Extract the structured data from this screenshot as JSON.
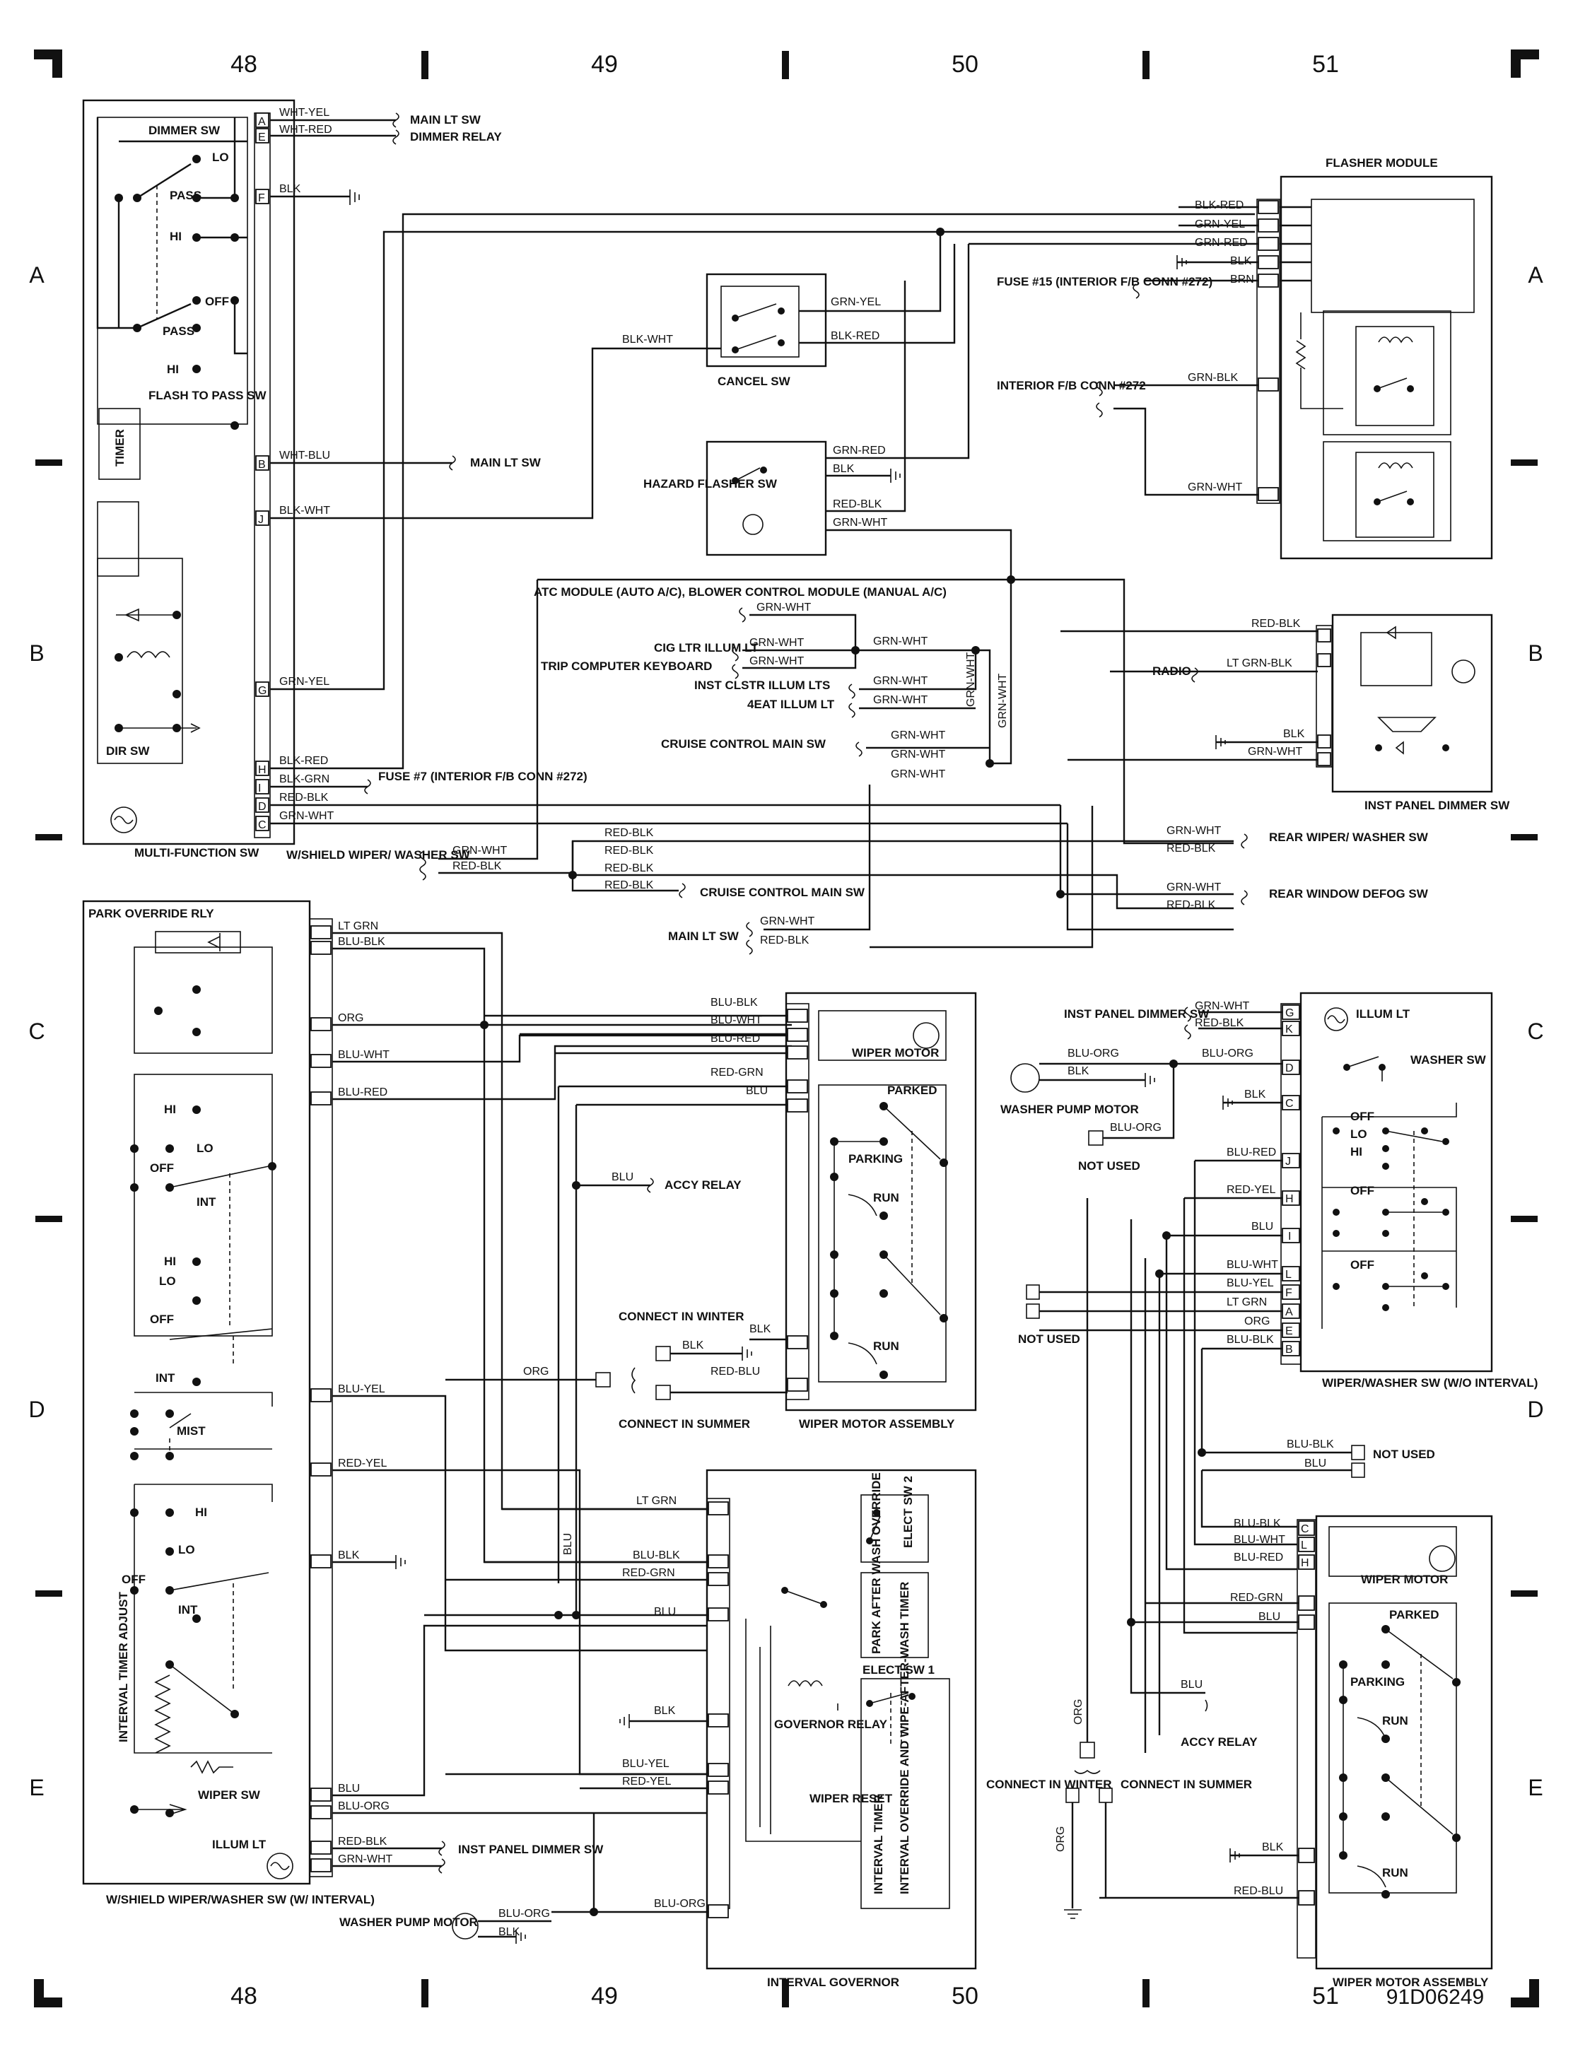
{
  "grid": {
    "columns": [
      "48",
      "49",
      "50",
      "51"
    ],
    "rows": [
      "A",
      "B",
      "C",
      "D",
      "E"
    ]
  },
  "figure_id": "91D06249",
  "mf": {
    "title": "MULTI-FUNCTION SW",
    "dimmer_sw": "DIMMER SW",
    "lo": "LO",
    "pass": "PASS",
    "hi": "HI",
    "off": "OFF",
    "pass2": "PASS",
    "hi2": "HI",
    "flash_to_pass": "FLASH TO PASS SW",
    "timer": "TIMER",
    "dir_sw": "DIR SW",
    "pins": [
      "A",
      "E",
      "F",
      "B",
      "J",
      "G",
      "H",
      "I",
      "D",
      "C"
    ],
    "wires": [
      "WHT-YEL",
      "WHT-RED",
      "BLK",
      "WHT-BLU",
      "BLK-WHT",
      "GRN-YEL",
      "BLK-RED",
      "BLK-GRN",
      "RED-BLK",
      "GRN-WHT"
    ],
    "dest": {
      "main_lt_sw": "MAIN LT SW",
      "dimmer_relay": "DIMMER RELAY",
      "main_lt_sw2": "MAIN LT SW",
      "fuse7": "FUSE #7 (INTERIOR F/B CONN #272)"
    }
  },
  "flasher": {
    "title": "FLASHER MODULE",
    "wires": [
      "BLK-RED",
      "GRN-YEL",
      "GRN-RED",
      "BLK",
      "BRN"
    ],
    "fuse15": "FUSE #15 (INTERIOR F/B CONN #272)",
    "interior_conn": "INTERIOR F/B CONN #272",
    "grn_blk": "GRN-BLK",
    "grn_wht": "GRN-WHT"
  },
  "cancel": {
    "title": "CANCEL SW",
    "blk_wht": "BLK-WHT",
    "grn_yel": "GRN-YEL",
    "blk_red": "BLK-RED"
  },
  "hazard": {
    "title": "HAZARD FLASHER SW",
    "wires": [
      "GRN-RED",
      "BLK",
      "RED-BLK",
      "GRN-WHT"
    ]
  },
  "illum_feeds": {
    "atc": "ATC MODULE (AUTO A/C), BLOWER CONTROL MODULE (MANUAL A/C)",
    "cig": "CIG LTR ILLUM LT",
    "trip": "TRIP COMPUTER KEYBOARD",
    "inst": "INST CLSTR ILLUM LTS",
    "e4at": "4EAT ILLUM LT",
    "cruise": "CRUISE CONTROL MAIN SW",
    "gw": "GRN-WHT"
  },
  "ipd": {
    "title": "INST PANEL DIMMER SW",
    "radio": "RADIO",
    "wires": [
      "RED-BLK",
      "LT GRN-BLK",
      "BLK",
      "GRN-WHT"
    ]
  },
  "mid": {
    "wsw": "W/SHIELD WIPER/ WASHER SW",
    "cruise_main": "CRUISE CONTROL MAIN SW",
    "main_lt": "MAIN LT SW",
    "rear_wiper": "REAR WIPER/ WASHER SW",
    "rear_defog": "REAR WINDOW DEFOG SW",
    "gw": "GRN-WHT",
    "rb": "RED-BLK"
  },
  "wi": {
    "title": "W/SHIELD WIPER/WASHER SW (W/ INTERVAL)",
    "park_rly": "PARK OVERRIDE RLY",
    "wires": [
      "LT GRN",
      "BLU-BLK",
      "ORG",
      "BLU-WHT",
      "BLU-RED",
      "BLU-YEL",
      "RED-YEL",
      "BLK",
      "BLU",
      "BLU-ORG",
      "RED-BLK",
      "GRN-WHT"
    ],
    "hi": "HI",
    "lo": "LO",
    "off": "OFF",
    "int": "INT",
    "mist": "MIST",
    "interval": "INTERVAL TIMER ADJUST",
    "wiper_sw": "WIPER SW",
    "illum": "ILLUM LT",
    "ipd": "INST PANEL DIMMER SW"
  },
  "wma1": {
    "title": "WIPER MOTOR ASSEMBLY",
    "motor": "WIPER MOTOR",
    "parked": "PARKED",
    "parking": "PARKING",
    "run": "RUN",
    "wires": [
      "BLU-BLK",
      "BLU-WHT",
      "BLU-RED",
      "RED-GRN",
      "BLU",
      "BLK",
      "RED-BLU"
    ],
    "accy": "ACCY RELAY",
    "blu": "BLU",
    "winter": "CONNECT IN WINTER",
    "summer": "CONNECT IN SUMMER",
    "org": "ORG"
  },
  "gov": {
    "title": "INTERVAL GOVERNOR",
    "elect2": "ELECT SW 2",
    "park_after": "PARK AFTER WASH OVERRIDE",
    "elect1": "ELECT SW 1",
    "governor": "GOVERNOR RELAY",
    "reset": "WIPER RESET",
    "timer": "INTERVAL TIMER",
    "override": "INTERVAL OVERRIDE AND WIPE-AFTER-WASH TIMER",
    "wires": [
      "LT GRN",
      "BLU-BLK",
      "RED-GRN",
      "BLU",
      "BLK",
      "BLU-YEL",
      "RED-YEL",
      "BLU-ORG"
    ],
    "pump": "WASHER PUMP MOTOR",
    "pump_wires": [
      "BLU-ORG",
      "BLK"
    ]
  },
  "ww": {
    "title": "WIPER/WASHER SW (W/O INTERVAL)",
    "ipd": "INST PANEL DIMMER SW",
    "illum": "ILLUM LT",
    "washer_sw": "WASHER SW",
    "pump": "WASHER PUMP MOTOR",
    "not_used": "NOT USED",
    "pins": [
      "G",
      "K",
      "D",
      "C",
      "J",
      "H",
      "I",
      "L",
      "F",
      "A",
      "E",
      "B"
    ],
    "wires": [
      "GRN-WHT",
      "RED-BLK",
      "BLU-ORG",
      "BLK",
      "BLU-ORG",
      "BLU-RED",
      "RED-YEL",
      "BLU",
      "BLU-WHT",
      "BLU-YEL",
      "LT GRN",
      "ORG",
      "BLU-BLK"
    ],
    "off": "OFF",
    "lo": "LO",
    "hi": "HI",
    "blu_blk": "BLU-BLK",
    "blu": "BLU"
  },
  "wma2": {
    "title": "WIPER MOTOR ASSEMBLY",
    "motor": "WIPER MOTOR",
    "pins": [
      "C",
      "L",
      "H"
    ],
    "wires": [
      "BLU-BLK",
      "BLU-WHT",
      "BLU-RED",
      "RED-GRN",
      "BLU",
      "BLK",
      "RED-BLU"
    ],
    "parked": "PARKED",
    "parking": "PARKING",
    "run": "RUN",
    "accy": "ACCY RELAY",
    "blu": "BLU",
    "org": "ORG",
    "winter": "CONNECT IN WINTER",
    "summer": "CONNECT IN SUMMER"
  }
}
